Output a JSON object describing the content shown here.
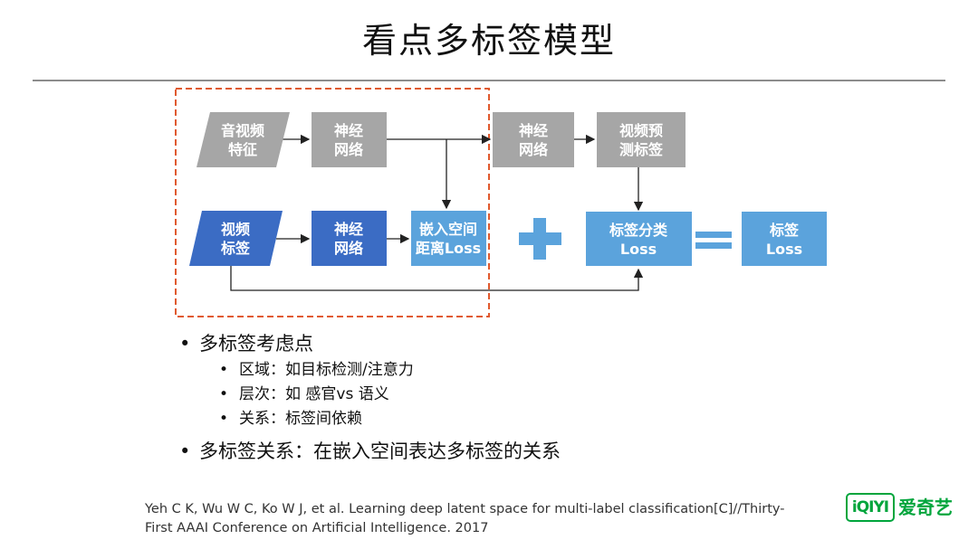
{
  "slide": {
    "title": "看点多标签模型"
  },
  "diagram": {
    "nodes": {
      "av_feature": {
        "line1": "音视频",
        "line2": "特征"
      },
      "nn_top_left": {
        "line1": "神经",
        "line2": "网络"
      },
      "nn_top_right": {
        "line1": "神经",
        "line2": "网络"
      },
      "video_predict": {
        "line1": "视频预",
        "line2": "测标签"
      },
      "video_tag": {
        "line1": "视频",
        "line2": "标签"
      },
      "nn_bottom": {
        "line1": "神经",
        "line2": "网络"
      },
      "embed_loss": {
        "line1": "嵌入空间",
        "line2": "距离Loss"
      },
      "tag_cls_loss": {
        "line1": "标签分类",
        "line2": "Loss"
      },
      "tag_loss": {
        "line1": "标签",
        "line2": "Loss"
      }
    }
  },
  "bullets": {
    "main1": "多标签考虑点",
    "sub1": "区域：如目标检测/注意力",
    "sub2": "层次：如 感官vs 语义",
    "sub3": "关系：标签间依赖",
    "main2": "多标签关系：在嵌入空间表达多标签的关系"
  },
  "reference": {
    "line1": "Yeh C K, Wu W C, Ko W J, et al. Learning deep latent space for multi-label classification[C]//Thirty-",
    "line2": "First AAAI Conference on Artificial Intelligence. 2017"
  },
  "logo": {
    "mark": "iQIYI",
    "text": "爱奇艺",
    "color": "#00a53c"
  },
  "colors": {
    "gray_box": "#a6a6a6",
    "dark_blue": "#3b6cc4",
    "light_blue": "#5ba3dc",
    "dashed_frame": "#e0592e"
  }
}
